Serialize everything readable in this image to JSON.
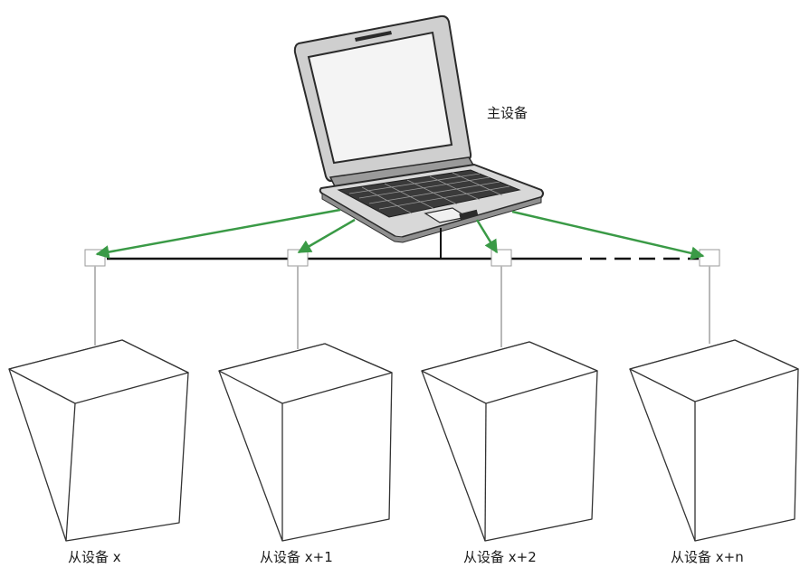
{
  "master": {
    "label": "主设备"
  },
  "slaves": [
    {
      "label": "从设备 x"
    },
    {
      "label": "从设备 x+1"
    },
    {
      "label": "从设备 x+2"
    },
    {
      "label": "从设备 x+n"
    }
  ],
  "colors": {
    "arrow": "#3a9a46",
    "bus": "#111111",
    "drop_line": "#b8b8b8",
    "box_stroke": "#333333",
    "laptop_dark": "#2b2b2b",
    "laptop_mid": "#8f8f8f",
    "laptop_light": "#d8d8d8"
  }
}
